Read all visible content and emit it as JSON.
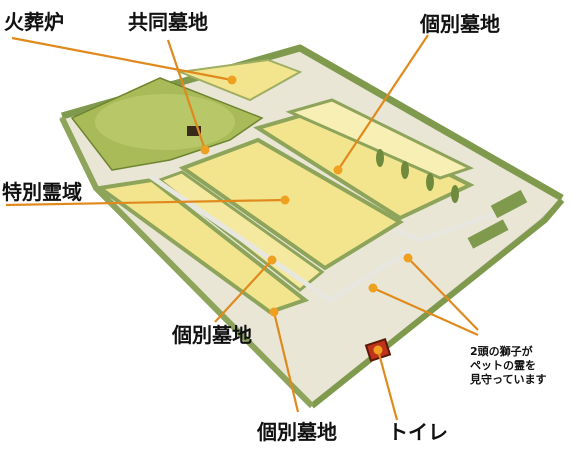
{
  "labels": {
    "crematorium": "火葬炉",
    "common_grave": "共同墓地",
    "individual_top": "個別墓地",
    "special_area": "特別霊域",
    "individual_middle": "個別墓地",
    "individual_bottom": "個別墓地",
    "toilet": "トイレ"
  },
  "note": {
    "line1": "2頭の獅子が",
    "line2": "ペットの霊を",
    "line3": "見守っています"
  },
  "colors": {
    "leader": "#e08a1e",
    "marker": "#f0a020",
    "field": "#f2e58e",
    "field_light": "#f8efb4",
    "hedge": "#7f9a4c",
    "path": "#e7e7df",
    "mound": "#a9bb58",
    "toilet": "#c0331a"
  }
}
